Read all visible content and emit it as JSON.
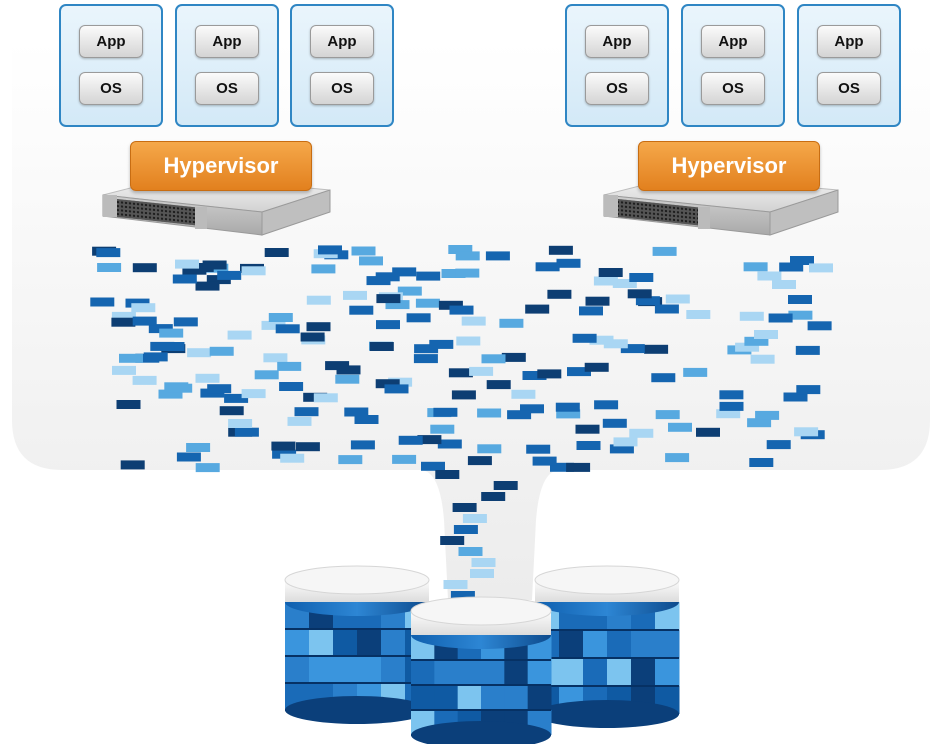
{
  "vm_groups": [
    {
      "vms": [
        {
          "app": "App",
          "os": "OS"
        },
        {
          "app": "App",
          "os": "OS"
        },
        {
          "app": "App",
          "os": "OS"
        }
      ],
      "hypervisor": "Hypervisor"
    },
    {
      "vms": [
        {
          "app": "App",
          "os": "OS"
        },
        {
          "app": "App",
          "os": "OS"
        },
        {
          "app": "App",
          "os": "OS"
        }
      ],
      "hypervisor": "Hypervisor"
    }
  ],
  "colors": {
    "vm_border": "#2f86c4",
    "vm_fill": "#dcedf8",
    "hypervisor": "#ee8f2a",
    "server": "#d9d9d9",
    "io_dark": "#0d3e73",
    "io_mid": "#1565b0",
    "io_light": "#57a9e0",
    "io_pale": "#a9d6f3",
    "storage": "#1a6bb8"
  },
  "icons": [
    "rack-server-icon",
    "storage-stack-icon"
  ]
}
